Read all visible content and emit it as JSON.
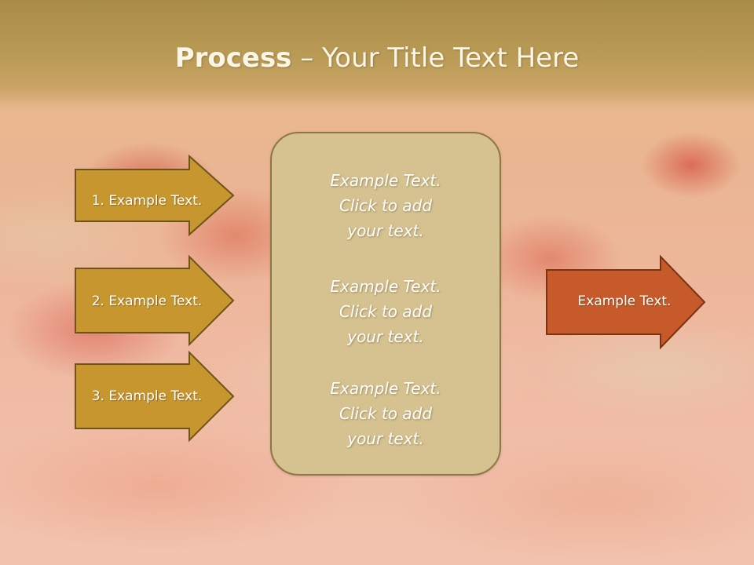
{
  "slide": {
    "title_bold": "Process",
    "title_rest": " – Your Title Text Here"
  },
  "steps": [
    {
      "label": "1. Example Text."
    },
    {
      "label": "2. Example Text."
    },
    {
      "label": "3. Example Text."
    }
  ],
  "panel": {
    "blocks": [
      {
        "line1": "Example Text.",
        "line2": "Click  to add",
        "line3": "your text."
      },
      {
        "line1": "Example Text.",
        "line2": "Click  to add",
        "line3": "your text."
      },
      {
        "line1": "Example Text.",
        "line2": "Click  to add",
        "line3": "your text."
      }
    ]
  },
  "result": {
    "label": "Example Text."
  },
  "colors": {
    "step_arrow_fill": "#c8962e",
    "step_arrow_border": "#6e5418",
    "result_arrow_fill": "#c65a2a",
    "result_arrow_border": "#7a3414",
    "panel_fill": "#d6c290",
    "title_band": "#b09450"
  }
}
